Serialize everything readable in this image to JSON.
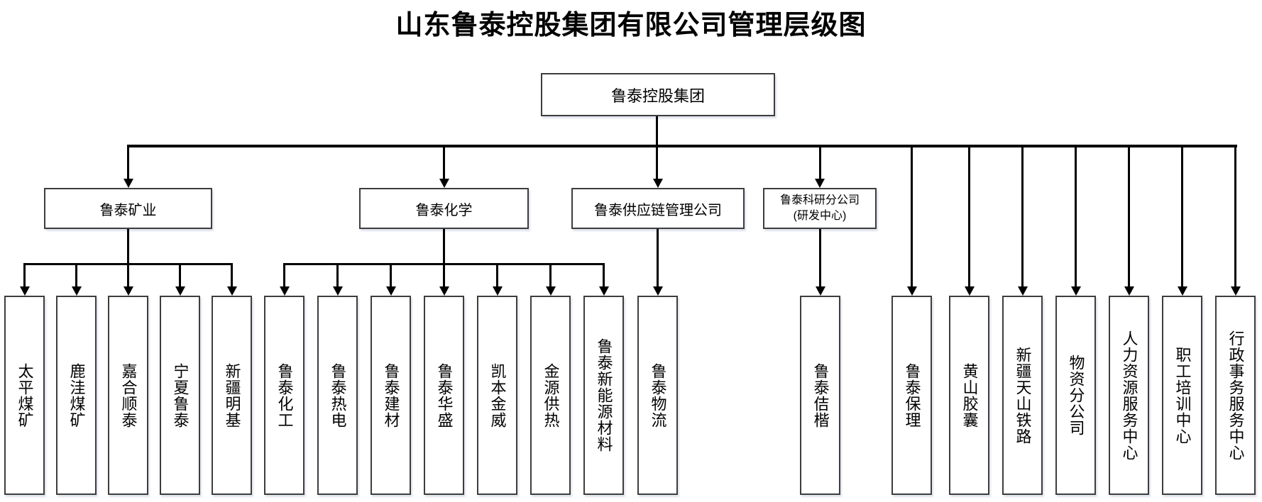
{
  "title": "山东鲁泰控股集团有限公司管理层级图",
  "nodes": {
    "root": "鲁泰控股集团",
    "mining": "鲁泰矿业",
    "chemical": "鲁泰化学",
    "supply_chain": "鲁泰供应链管理公司",
    "research_line1": "鲁泰科研分公司",
    "research_line2": "(研发中心)",
    "mining_subs": [
      "太平煤矿",
      "鹿洼煤矿",
      "嘉合顺泰",
      "宁夏鲁泰",
      "新疆明基"
    ],
    "chemical_subs": [
      "鲁泰化工",
      "鲁泰热电",
      "鲁泰建材",
      "鲁泰华盛",
      "凯本金威",
      "金源供热",
      "鲁泰新能源材料"
    ],
    "supply_chain_subs": [
      "鲁泰物流"
    ],
    "research_subs": [
      "鲁泰佶楷"
    ],
    "group_direct_subs": [
      "鲁泰保理",
      "黄山胶囊",
      "新疆天山铁路",
      "物资分公司",
      "人力资源服务中心",
      "职工培训中心",
      "行政事务服务中心"
    ]
  },
  "colors": {
    "line": "#000000",
    "box_border": "#3d3d3d",
    "background": "#ffffff",
    "text": "#000000"
  }
}
